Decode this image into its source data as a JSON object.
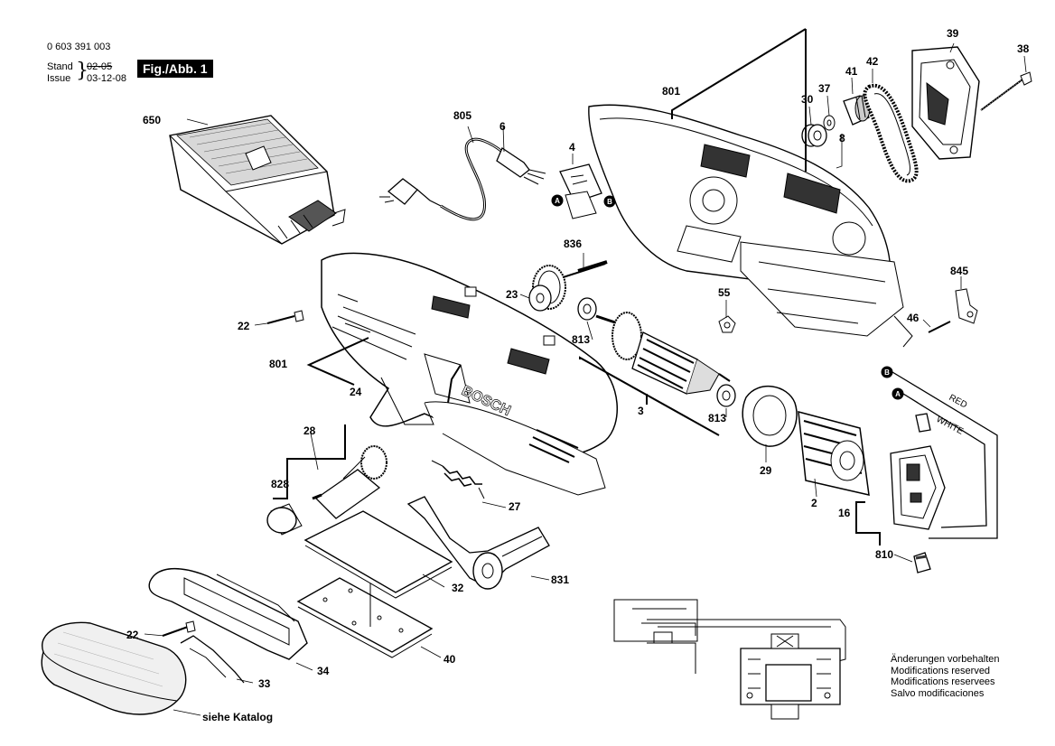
{
  "header": {
    "part_number": "0 603 391 003",
    "stand_label": "Stand",
    "issue_label": "Issue",
    "stand_old": "02-05",
    "issue_date": "03-12-08",
    "figure": "Fig./Abb. 1"
  },
  "labels": {
    "l650": "650",
    "l805": "805",
    "l6": "6",
    "l4": "4",
    "l801a": "801",
    "l30": "30",
    "l37": "37",
    "l41": "41",
    "l42": "42",
    "l39": "39",
    "l38": "38",
    "l8": "8",
    "l836": "836",
    "l23": "23",
    "l22a": "22",
    "l801b": "801",
    "l24": "24",
    "l813a": "813",
    "l3": "3",
    "l813b": "813",
    "l55": "55",
    "l845": "845",
    "l46": "46",
    "l28": "28",
    "l828": "828",
    "l27": "27",
    "l29": "29",
    "l2": "2",
    "l16": "16",
    "l810": "810",
    "l32": "32",
    "l831": "831",
    "l40": "40",
    "l22b": "22",
    "l34": "34",
    "l33": "33",
    "siehe": "siehe Katalog"
  },
  "wires": {
    "red": "RED",
    "white": "WHITE",
    "a": "A",
    "b": "B"
  },
  "notes": [
    "Änderungen vorbehalten",
    "Modifications reserved",
    "Modifications reservees",
    "Salvo modificaciones"
  ]
}
